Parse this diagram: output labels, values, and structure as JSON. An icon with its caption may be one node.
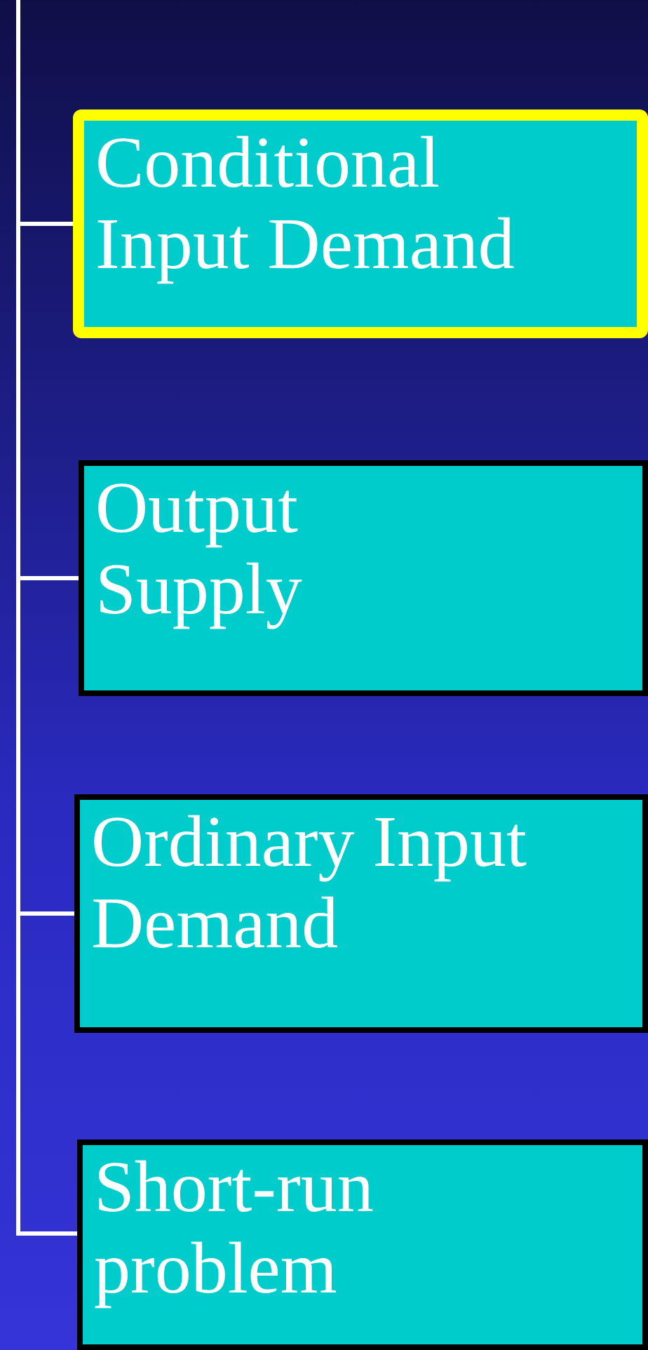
{
  "diagram": {
    "nodes": [
      {
        "text": [
          "Conditional Input Demand"
        ]
      },
      {
        "text": [
          "Output Supply"
        ]
      },
      {
        "text": [
          "Ordinary Input Demand"
        ]
      },
      {
        "text": [
          "Short-run problem"
        ]
      }
    ],
    "edges": [
      {
        "from": null,
        "to": 0,
        "arrow": "none"
      },
      {
        "from": null,
        "to": 1,
        "arrow": "none"
      },
      {
        "from": null,
        "to": 2,
        "arrow": "none"
      },
      {
        "from": null,
        "to": 3,
        "arrow": "none"
      }
    ]
  }
}
